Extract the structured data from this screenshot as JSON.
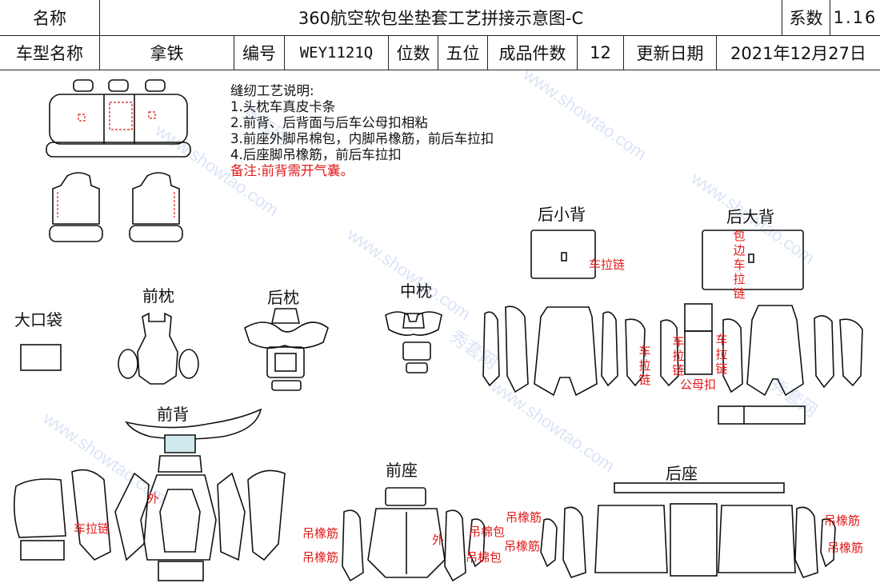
{
  "header": {
    "name_label": "名称",
    "title": "360航空软包坐垫套工艺拼接示意图-C",
    "coef_label": "系数",
    "coef_value": "1.16",
    "model_label": "车型名称",
    "model_value": "拿铁",
    "code_label": "编号",
    "code_value": "WEY1121Q",
    "seats_label": "位数",
    "seats_value": "五位",
    "pieces_label": "成品件数",
    "pieces_value": "12",
    "date_label": "更新日期",
    "date_value": "2021年12月27日"
  },
  "notes": {
    "heading": "缝纫工艺说明:",
    "lines": [
      "1.头枕车真皮卡条",
      "2.前背、后背面与后车公母扣相粘",
      "3.前座外脚吊棉包，内脚吊橡筋，前后车拉扣",
      "4.后座脚吊橡筋，前后车拉扣"
    ],
    "remark": "备注:前背需开气囊。"
  },
  "sections": {
    "rear_small_back": "后小背",
    "rear_big_back": "后大背",
    "front_headrest": "前枕",
    "rear_headrest": "后枕",
    "middle_headrest": "中枕",
    "big_pocket": "大口袋",
    "front_back": "前背",
    "front_seat": "前座",
    "rear_seat": "后座"
  },
  "annotations": {
    "car_zipper": "车拉链",
    "edge_zipper_chars": [
      "包",
      "边",
      "车",
      "拉",
      "链"
    ],
    "zipper_chars": [
      "车",
      "拉",
      "链"
    ],
    "snap": "公母扣",
    "outer": "外",
    "elastic": "吊橡筋",
    "cotton": "吊棉包"
  },
  "watermark": {
    "text1": "秀套网",
    "text2": "www.showtao.com"
  },
  "colors": {
    "line": "#111111",
    "accent_red": "#e21a1a",
    "watermark": "#96b4e6"
  }
}
